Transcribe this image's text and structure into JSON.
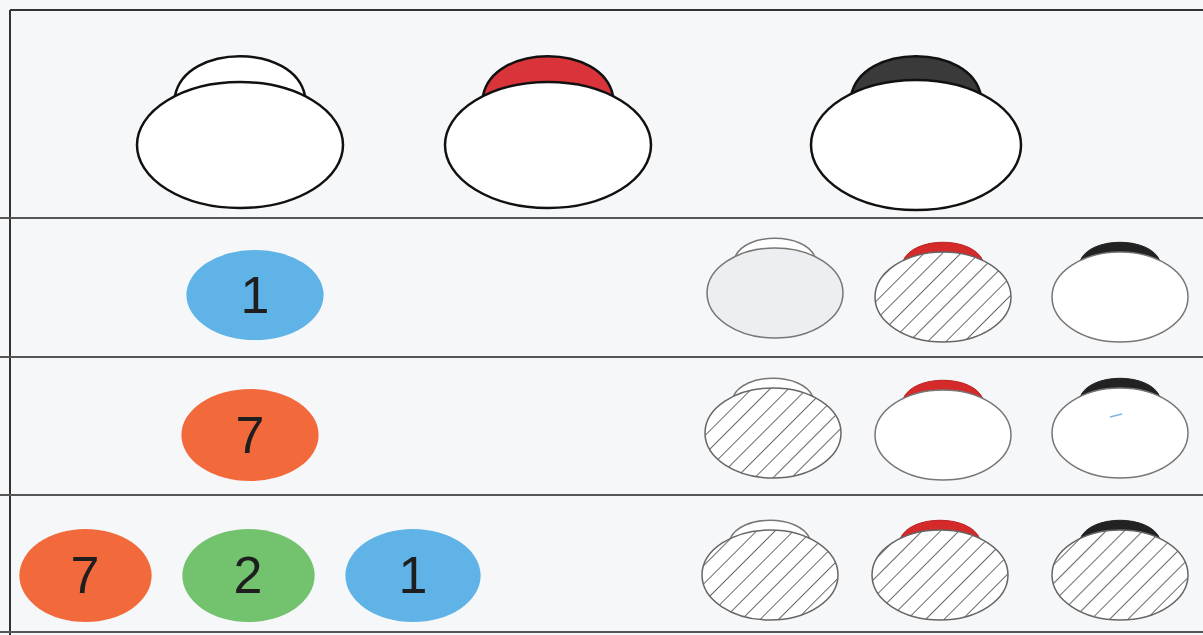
{
  "diagram": {
    "nodes": [
      {
        "text": [
          "1"
        ]
      },
      {
        "text": [
          "7"
        ]
      },
      {
        "text": [
          "7"
        ]
      },
      {
        "text": [
          "2"
        ]
      },
      {
        "text": [
          "1"
        ]
      }
    ]
  }
}
